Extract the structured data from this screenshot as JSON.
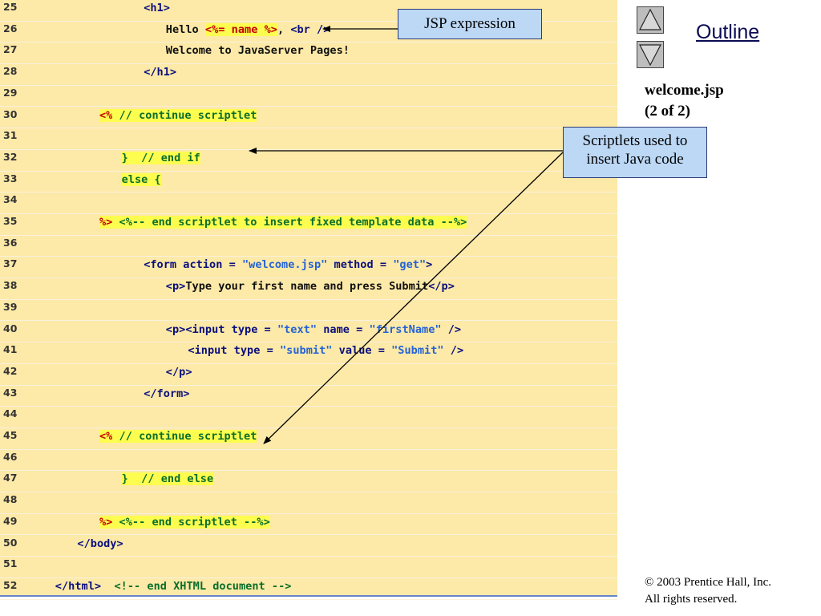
{
  "code_lines": [
    {
      "num": "25",
      "indent": 16,
      "tokens": [
        {
          "t": "<h1>",
          "c": "tag"
        }
      ]
    },
    {
      "num": "26",
      "indent": 19,
      "tokens": [
        {
          "t": "Hello ",
          "c": "txt"
        },
        {
          "t": "<%= name %>",
          "c": "delim",
          "hi": true
        },
        {
          "t": ", ",
          "c": "txt"
        },
        {
          "t": "<br />",
          "c": "tag"
        }
      ]
    },
    {
      "num": "27",
      "indent": 19,
      "tokens": [
        {
          "t": "Welcome to JavaServer Pages!",
          "c": "txt"
        }
      ]
    },
    {
      "num": "28",
      "indent": 16,
      "tokens": [
        {
          "t": "</h1>",
          "c": "tag"
        }
      ]
    },
    {
      "num": "29",
      "indent": 0,
      "tokens": []
    },
    {
      "num": "30",
      "indent": 10,
      "tokens": [
        {
          "t": "<%",
          "c": "delim",
          "hi": true
        },
        {
          "t": " // continue scriptlet",
          "c": "cmt",
          "hi": true
        }
      ]
    },
    {
      "num": "31",
      "indent": 0,
      "tokens": []
    },
    {
      "num": "32",
      "indent": 13,
      "tokens": [
        {
          "t": "}  // end if",
          "c": "cmt",
          "hi": true
        }
      ]
    },
    {
      "num": "33",
      "indent": 13,
      "tokens": [
        {
          "t": "else {",
          "c": "cmt",
          "hi": true
        }
      ]
    },
    {
      "num": "34",
      "indent": 0,
      "tokens": []
    },
    {
      "num": "35",
      "indent": 10,
      "tokens": [
        {
          "t": "%>",
          "c": "delim",
          "hi": true
        },
        {
          "t": " <%-- end scriptlet to insert fixed template data --%>",
          "c": "cmt",
          "hi": true
        }
      ]
    },
    {
      "num": "36",
      "indent": 0,
      "tokens": []
    },
    {
      "num": "37",
      "indent": 16,
      "tokens": [
        {
          "t": "<form action = ",
          "c": "tag"
        },
        {
          "t": "\"welcome.jsp\"",
          "c": "str"
        },
        {
          "t": " method = ",
          "c": "tag"
        },
        {
          "t": "\"get\"",
          "c": "str"
        },
        {
          "t": ">",
          "c": "tag"
        }
      ]
    },
    {
      "num": "38",
      "indent": 19,
      "tokens": [
        {
          "t": "<p>",
          "c": "tag"
        },
        {
          "t": "Type your first name and press Submit",
          "c": "txt"
        },
        {
          "t": "</p>",
          "c": "tag"
        }
      ]
    },
    {
      "num": "39",
      "indent": 0,
      "tokens": []
    },
    {
      "num": "40",
      "indent": 19,
      "tokens": [
        {
          "t": "<p><input type = ",
          "c": "tag"
        },
        {
          "t": "\"text\"",
          "c": "str"
        },
        {
          "t": " name = ",
          "c": "tag"
        },
        {
          "t": "\"firstName\"",
          "c": "str"
        },
        {
          "t": " />",
          "c": "tag"
        }
      ]
    },
    {
      "num": "41",
      "indent": 22,
      "tokens": [
        {
          "t": "<input type = ",
          "c": "tag"
        },
        {
          "t": "\"submit\"",
          "c": "str"
        },
        {
          "t": " value = ",
          "c": "tag"
        },
        {
          "t": "\"Submit\"",
          "c": "str"
        },
        {
          "t": " />",
          "c": "tag"
        }
      ]
    },
    {
      "num": "42",
      "indent": 19,
      "tokens": [
        {
          "t": "</p>",
          "c": "tag"
        }
      ]
    },
    {
      "num": "43",
      "indent": 16,
      "tokens": [
        {
          "t": "</form>",
          "c": "tag"
        }
      ]
    },
    {
      "num": "44",
      "indent": 0,
      "tokens": []
    },
    {
      "num": "45",
      "indent": 10,
      "tokens": [
        {
          "t": "<%",
          "c": "delim",
          "hi": true
        },
        {
          "t": " // continue scriptlet",
          "c": "cmt",
          "hi": true
        }
      ]
    },
    {
      "num": "46",
      "indent": 0,
      "tokens": []
    },
    {
      "num": "47",
      "indent": 13,
      "tokens": [
        {
          "t": "}  // end else",
          "c": "cmt",
          "hi": true
        }
      ]
    },
    {
      "num": "48",
      "indent": 0,
      "tokens": []
    },
    {
      "num": "49",
      "indent": 10,
      "tokens": [
        {
          "t": "%>",
          "c": "delim",
          "hi": true
        },
        {
          "t": " <%-- end scriptlet --%>",
          "c": "cmt",
          "hi": true
        }
      ]
    },
    {
      "num": "50",
      "indent": 7,
      "tokens": [
        {
          "t": "</body>",
          "c": "tag"
        }
      ]
    },
    {
      "num": "51",
      "indent": 0,
      "tokens": []
    },
    {
      "num": "52",
      "indent": 4,
      "tokens": [
        {
          "t": "</html>",
          "c": "tag"
        },
        {
          "t": "  <!-- end XHTML document -->",
          "c": "cmt"
        }
      ]
    }
  ],
  "callouts": {
    "jsp_expression": "JSP expression",
    "scriptlets_line1": "Scriptlets used to",
    "scriptlets_line2": "insert Java code"
  },
  "sidebar": {
    "outline_title": "Outline",
    "file_name": "welcome.jsp",
    "page_info": "(2 of 2)",
    "nav_up_icon": "triangle-up-icon",
    "nav_down_icon": "triangle-down-icon"
  },
  "footer": {
    "copyright_line1": "© 2003 Prentice Hall, Inc.",
    "copyright_line2": "All rights reserved."
  },
  "colors": {
    "code_background": "#fde9a8",
    "highlight": "#fdfd50",
    "callout_fill": "#bcd8f5"
  }
}
